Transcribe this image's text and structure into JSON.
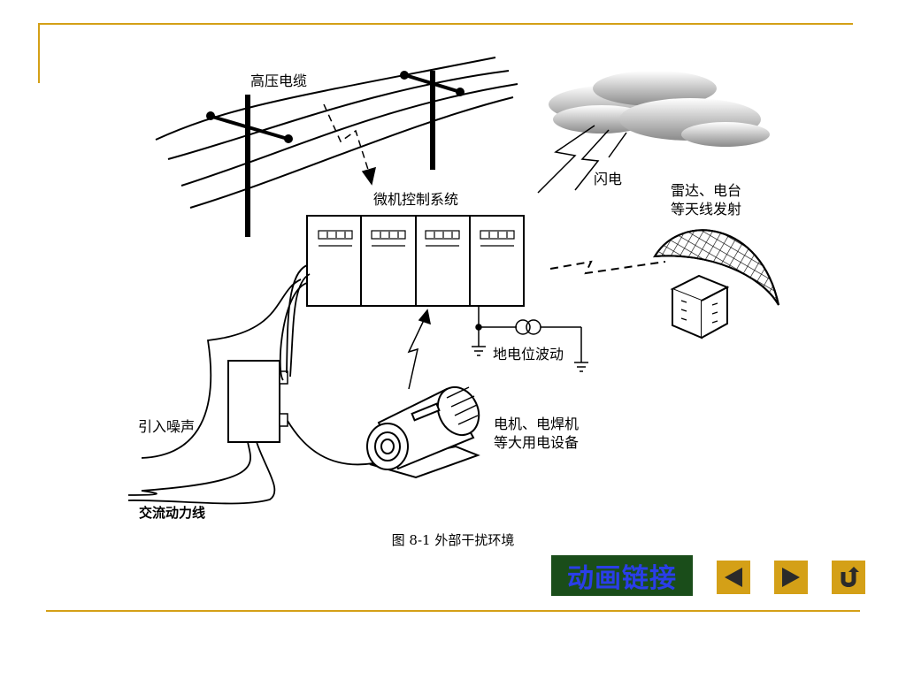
{
  "labels": {
    "cable": "高压电缆",
    "lightning": "闪电",
    "radar_line1": "雷达、电台",
    "radar_line2": "等天线发射",
    "system": "微机控制系统",
    "ground": "地电位波动",
    "motor_line1": "电机、电焊机",
    "motor_line2": "等大用电设备",
    "noise": "引入噪声",
    "ac_power": "交流动力线"
  },
  "caption": "图  8-1   外部干扰环境",
  "nav": {
    "link_label": "动画链接",
    "prev_icon": "triangle-left-icon",
    "next_icon": "triangle-right-icon",
    "return_icon": "u-turn-icon"
  },
  "colors": {
    "frame": "#d4a017",
    "link_bg": "#1a4d1a",
    "link_text": "#2a3ee8",
    "nav_bg": "#d4a017",
    "nav_icon": "#2a2a2a"
  }
}
